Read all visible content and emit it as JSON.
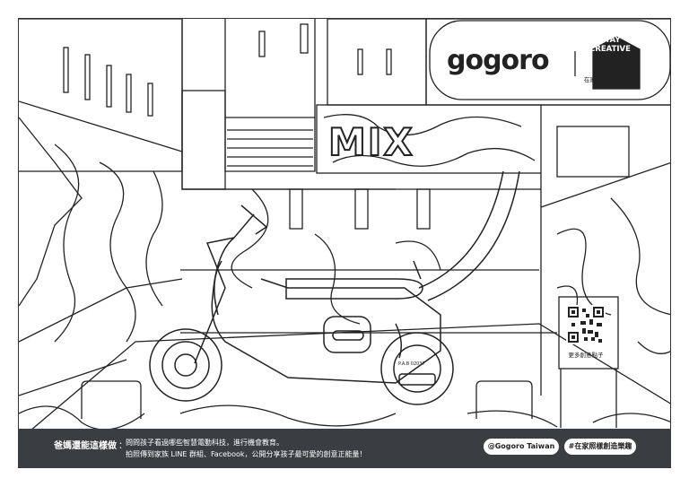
{
  "brand": {
    "logo_text": "gogoro",
    "tag_line1": "STAY",
    "tag_line2": "CREATIVE",
    "tag_sub": "在家 · 同樣創造樂趣"
  },
  "scene": {
    "mix_sign": "MIX",
    "plate_text": "P.A.B 02037",
    "qr_caption": "更多創意點子"
  },
  "footer": {
    "title": "爸媽還能這樣做",
    "colon": "：",
    "line1": "問問孩子看過哪些智慧電動科技，進行機會教育。",
    "line2": "拍照傳到家族 LINE 群組、Facebook，公開分享孩子最可愛的創意正能量！",
    "handle": "@Gogoro Taiwan",
    "hashtag": "#在家照樣創造樂趣"
  },
  "colors": {
    "line": "#222222",
    "footer_bg": "#3a3d41",
    "paper": "#ffffff"
  }
}
